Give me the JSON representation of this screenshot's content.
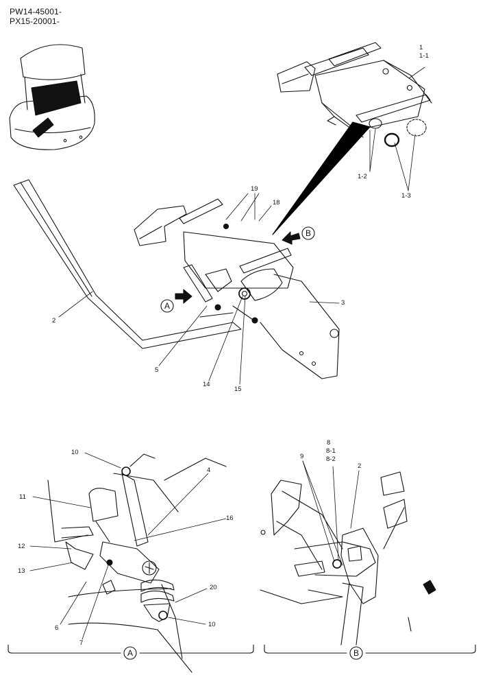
{
  "header": {
    "serial_line_1": "PW14-45001-",
    "serial_line_2": "PX15-20001-"
  },
  "callouts": {
    "c1": "1",
    "c1_1": "1-1",
    "c1_2": "1-2",
    "c1_3": "1-3",
    "c2": "2",
    "c3": "3",
    "c5": "5",
    "c14": "14",
    "c15": "15",
    "c18": "18",
    "c19": "19",
    "view_a": "A",
    "view_b": "B"
  },
  "detail_a": {
    "c4": "4",
    "c6": "6",
    "c7": "7",
    "c10_top": "10",
    "c10_bottom": "10",
    "c11": "11",
    "c12": "12",
    "c13": "13",
    "c16": "16",
    "c20": "20",
    "caption": "A"
  },
  "detail_b": {
    "c2": "2",
    "c8": "8",
    "c8_1": "8-1",
    "c8_2": "8-2",
    "c9": "9",
    "caption": "B"
  },
  "colors": {
    "ink": "#111111",
    "paper": "#ffffff",
    "fill": "#000000"
  }
}
